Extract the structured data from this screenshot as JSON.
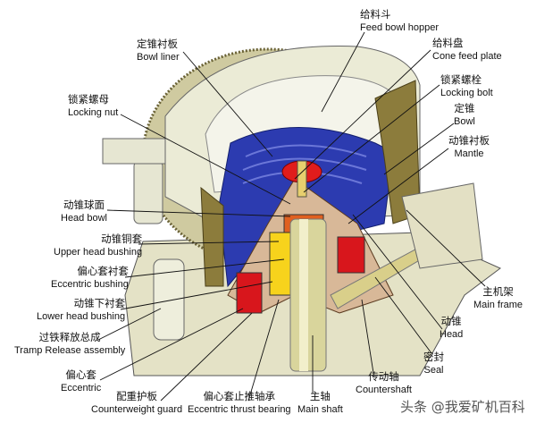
{
  "labels": {
    "feed_bowl_hopper": {
      "zh": "给料斗",
      "en": "Feed bowl hopper"
    },
    "cone_feed_plate": {
      "zh": "给料盘",
      "en": "Cone feed plate"
    },
    "bowl_liner": {
      "zh": "定锥衬板",
      "en": "Bowl liner"
    },
    "locking_bolt": {
      "zh": "锁紧螺栓",
      "en": "Locking bolt"
    },
    "locking_nut": {
      "zh": "锁紧螺母",
      "en": "Locking nut"
    },
    "bowl": {
      "zh": "定锥",
      "en": "Bowl"
    },
    "mantle": {
      "zh": "动锥衬板",
      "en": "Mantle"
    },
    "head_bowl": {
      "zh": "动锥球面",
      "en": "Head bowl"
    },
    "upper_head_bushing": {
      "zh": "动锥铜套",
      "en": "Upper head bushing"
    },
    "eccentric_bushing": {
      "zh": "偏心套衬套",
      "en": "Eccentric bushing"
    },
    "lower_head_bushing": {
      "zh": "动锥下衬套",
      "en": "Lower head bushing"
    },
    "tramp_release": {
      "zh": "过铁释放总成",
      "en": "Tramp Release assembly"
    },
    "eccentric": {
      "zh": "偏心套",
      "en": "Eccentric"
    },
    "counterweight_guard": {
      "zh": "配重护板",
      "en": "Counterweight guard"
    },
    "eccentric_thrust_bearing": {
      "zh": "偏心套止推轴承",
      "en": "Eccentric thrust bearing"
    },
    "main_shaft": {
      "zh": "主轴",
      "en": "Main shaft"
    },
    "countershaft": {
      "zh": "传动轴",
      "en": "Countershaft"
    },
    "seal": {
      "zh": "密封",
      "en": "Seal"
    },
    "head": {
      "zh": "动锥",
      "en": "Head"
    },
    "main_frame": {
      "zh": "主机架",
      "en": "Main frame"
    }
  },
  "watermark": "头条 @我爱矿机百科",
  "colors": {
    "housing": "#e6e6cf",
    "liner": "#2a3aa8",
    "shaft": "#d8d49a",
    "bronze": "#f2c21a",
    "red": "#d8161c",
    "olive": "#8a7a3a"
  }
}
